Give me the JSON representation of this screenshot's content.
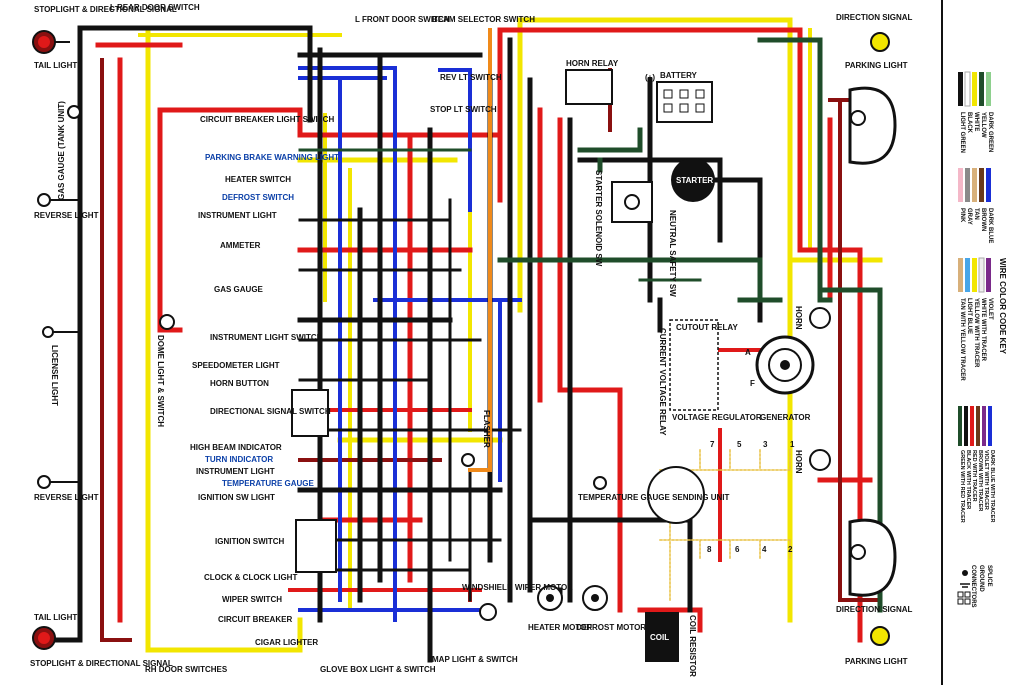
{
  "colors": {
    "black": "#111111",
    "red": "#e01919",
    "yellow": "#f2e600",
    "blue": "#1a2fd6",
    "dark_green": "#1f4d2a",
    "dark_red": "#8a1010",
    "orange": "#f08a1a",
    "light_blue": "#48a6e8",
    "purple": "#7a2a8a",
    "brown": "#6a3a1a",
    "gray": "#8a8a8a",
    "pink": "#f4b8c8",
    "tan": "#d8b07a",
    "white": "#ffffff",
    "light_green": "#8ed08e"
  },
  "labels": {
    "stoplight_dir_top": "STOPLIGHT & DIRECTIONAL SIGNAL",
    "tail_light_top": "TAIL LIGHT",
    "l_rear_door": "L REAR DOOR SWITCH",
    "l_front_door": "L FRONT DOOR SWITCH",
    "beam_selector": "BEAM SELECTOR SWITCH",
    "rev_lt_switch": "REV LT SWITCH",
    "stop_lt_switch": "STOP LT SWITCH",
    "horn_relay": "HORN RELAY",
    "battery": "BATTERY",
    "direction_signal_top": "DIRECTION SIGNAL",
    "parking_light_top": "PARKING LIGHT",
    "gas_gauge_tank": "GAS GAUGE (TANK UNIT)",
    "reverse_light_top": "REVERSE LIGHT",
    "license_light": "LICENSE LIGHT",
    "reverse_light_bottom": "REVERSE LIGHT",
    "tail_light_bottom": "TAIL LIGHT",
    "stoplight_dir_bottom": "STOPLIGHT & DIRECTIONAL SIGNAL",
    "rh_door": "RH DOOR SWITCHES",
    "dome_light": "DOME LIGHT & SWITCH",
    "circuit_breaker_light": "CIRCUIT BREAKER LIGHT SWITCH",
    "parking_brake": "PARKING BRAKE WARNING LIGHT",
    "heater_switch": "HEATER SWITCH",
    "defrost_switch": "DEFROST SWITCH",
    "instrument_light": "INSTRUMENT LIGHT",
    "ammeter": "AMMETER",
    "gas_gauge": "GAS GAUGE",
    "instrument_light_switch": "INSTRUMENT LIGHT SWITCH",
    "speedometer_light": "SPEEDOMETER LIGHT",
    "horn_button": "HORN BUTTON",
    "directional_signal_switch": "DIRECTIONAL SIGNAL SWITCH",
    "high_beam": "HIGH BEAM INDICATOR",
    "turn_indicator": "TURN INDICATOR",
    "instrument_light_2": "INSTRUMENT LIGHT",
    "temperature_gauge": "TEMPERATURE GAUGE",
    "ignition_sw_light": "IGNITION SW LIGHT",
    "ignition_switch": "IGNITION SWITCH",
    "clock": "CLOCK & CLOCK LIGHT",
    "wiper_switch": "WIPER SWITCH",
    "circuit_breaker": "CIRCUIT BREAKER",
    "cigar_lighter": "CIGAR LIGHTER",
    "glove_box": "GLOVE BOX LIGHT & SWITCH",
    "map_light": "MAP LIGHT & SWITCH",
    "windshield_wiper": "WINDSHIELD WIPER MOTOR",
    "heater_motor": "HEATER MOTOR",
    "defrost_motor": "DEFROST MOTOR",
    "coil": "COIL",
    "coil_resistor": "COIL RESISTOR",
    "temp_sending": "TEMPERATURE GAUGE SENDING UNIT",
    "flasher": "FLASHER",
    "starter": "STARTER",
    "starter_solenoid": "STARTER SOLENOID SW",
    "neutral_safety": "NEUTRAL SAFETY SW",
    "current_voltage": "CURRENT VOLTAGE RELAY",
    "cutout_relay": "CUTOUT RELAY",
    "voltage_regulator": "VOLTAGE REGULATOR",
    "generator": "GENERATOR",
    "horn_top": "HORN",
    "horn_bottom": "HORN",
    "direction_signal_bottom": "DIRECTION SIGNAL",
    "parking_light_bottom": "PARKING LIGHT",
    "reg_a": "A",
    "reg_f": "F",
    "batt_plus": "(+)",
    "pin_7": "7",
    "pin_5": "5",
    "pin_3": "3",
    "pin_1": "1",
    "pin_8": "8",
    "pin_6": "6",
    "pin_4": "4",
    "pin_2": "2"
  },
  "key": {
    "title": "WIRE COLOR CODE KEY",
    "group1": [
      "BLACK",
      "WHITE",
      "YELLOW",
      "DARK GREEN",
      "LIGHT GREEN"
    ],
    "group2": [
      "DARK BLUE",
      "BROWN",
      "TAN",
      "GRAY",
      "PINK"
    ],
    "group3": [
      "VIOLET",
      "WHITE WITH TRACER",
      "YELLOW WITH TRACER",
      "LIGHT BLUE",
      "TAN WITH YELLOW TRACER"
    ],
    "group4": [
      "DARK BLUE WITH TRACER",
      "VIOLET WITH TRACER",
      "BROWN WITH TRACER",
      "RED WITH TRACER",
      "BLACK WITH TRACER",
      "GREEN WITH RED TRACER"
    ],
    "splice": "SPLICE",
    "ground": "GROUND",
    "connectors": "CONNECTORS"
  }
}
